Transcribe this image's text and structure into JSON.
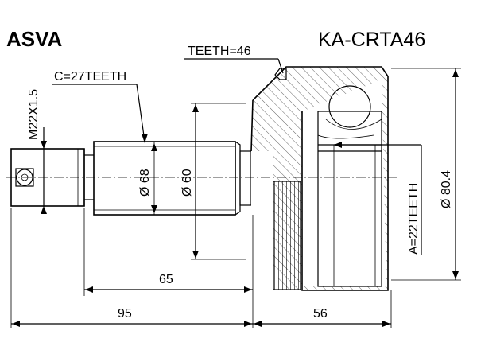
{
  "brand": "ASVA",
  "part_number": "KA-CRTA46",
  "labels": {
    "teeth": "TEETH=46",
    "c_teeth": "C=27TEETH",
    "a_teeth": "A=22TEETH",
    "thread": "M22X1.5",
    "dia_68": "Ø 68",
    "dia_60": "Ø 60",
    "dia_80": "Ø 80.4",
    "len_65": "65",
    "len_95": "95",
    "len_56": "56"
  }
}
